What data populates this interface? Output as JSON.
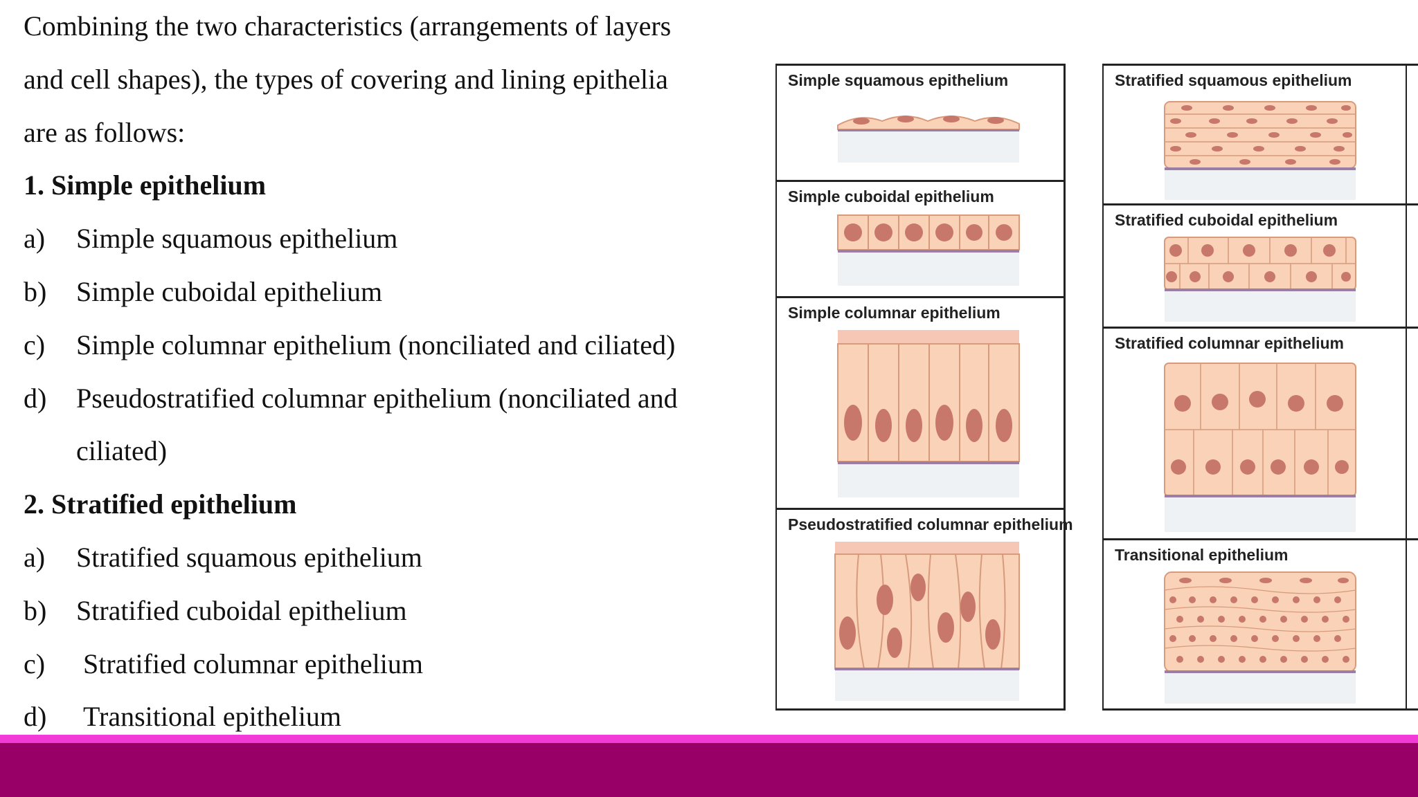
{
  "intro": [
    "Combining the two characteristics (arrangements of layers",
    "and cell shapes), the types of covering and lining epithelia",
    "are as follows:"
  ],
  "section1": {
    "heading": "1. Simple epithelium",
    "items": [
      {
        "marker": "a)",
        "text": "Simple squamous epithelium"
      },
      {
        "marker": "b)",
        "text": "Simple cuboidal epithelium"
      },
      {
        "marker": "c)",
        "text": "Simple columnar epithelium (nonciliated and ciliated)"
      },
      {
        "marker": "d)",
        "text": "Pseudostratified columnar epithelium (nonciliated and",
        "continuation": "ciliated)"
      }
    ]
  },
  "section2": {
    "heading": "2. Stratified epithelium",
    "items": [
      {
        "marker": "a)",
        "text": "Stratified squamous epithelium"
      },
      {
        "marker": "b)",
        "text": "Stratified cuboidal epithelium"
      },
      {
        "marker": "c)",
        "text": "Stratified columnar epithelium"
      },
      {
        "marker": "d)",
        "text": "Transitional epithelium"
      }
    ]
  },
  "figure": {
    "left_panels": [
      "Simple squamous epithelium",
      "Simple cuboidal epithelium",
      "Simple columnar epithelium",
      "Pseudostratified columnar epithelium"
    ],
    "right_panels": [
      "Stratified squamous epithelium",
      "Stratified cuboidal epithelium",
      "Stratified columnar epithelium",
      "Transitional epithelium"
    ]
  },
  "colors": {
    "footer_bar": "#980068",
    "footer_stripe": "#f23ad6",
    "cell_fill": "#f9d2b8",
    "cell_outline": "#d89a7c",
    "nucleus": "#c8786a",
    "basement": "#9a7ea6"
  }
}
